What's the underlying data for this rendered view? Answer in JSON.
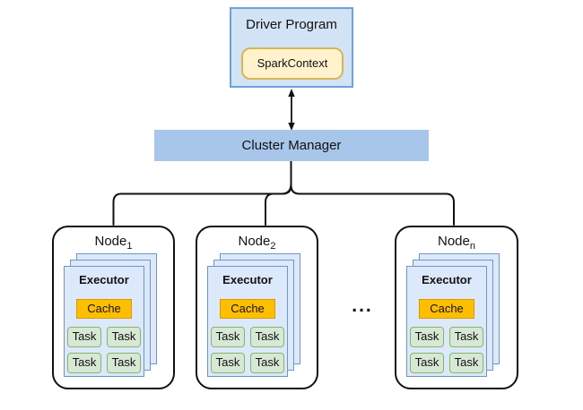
{
  "driver": {
    "label": "Driver Program",
    "spark_context_label": "SparkContext"
  },
  "cluster_manager": {
    "label": "Cluster Manager"
  },
  "separator": "...",
  "nodes": [
    {
      "name": "Node",
      "sub": "1",
      "executor_label": "Executor",
      "cache_label": "Cache",
      "tasks": [
        "Task",
        "Task",
        "Task",
        "Task"
      ]
    },
    {
      "name": "Node",
      "sub": "2",
      "executor_label": "Executor",
      "cache_label": "Cache",
      "tasks": [
        "Task",
        "Task",
        "Task",
        "Task"
      ]
    },
    {
      "name": "Node",
      "sub": "n",
      "executor_label": "Executor",
      "cache_label": "Cache",
      "tasks": [
        "Task",
        "Task",
        "Task",
        "Task"
      ]
    }
  ],
  "colors": {
    "driver_fill": "#d2e3f5",
    "driver_border": "#70a1d8",
    "spark_fill": "#fff2cc",
    "spark_border": "#d6b656",
    "cluster_fill": "#a8c6ea",
    "executor_fill": "#dce9fb",
    "executor_border": "#7096c8",
    "cache_fill": "#ffbf00",
    "cache_border": "#d79b00",
    "task_fill": "#d7e8d4",
    "task_border": "#85b569",
    "line": "#111111"
  }
}
